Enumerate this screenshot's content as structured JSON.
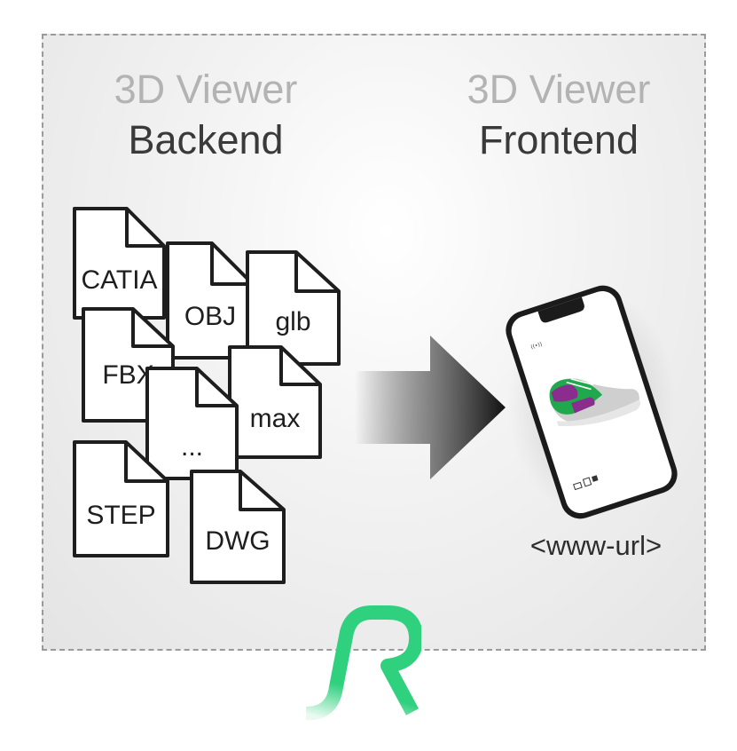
{
  "backend": {
    "subtitle": "3D Viewer",
    "title": "Backend"
  },
  "frontend": {
    "subtitle": "3D Viewer",
    "title": "Frontend"
  },
  "files": [
    "CATIA",
    "OBJ",
    "glb",
    "FBX",
    "max",
    "...",
    "STEP",
    "DWG"
  ],
  "url_label": "<www-url>",
  "colors": {
    "logo_green": "#2fd07e",
    "sneaker_upper": "#1fa94c",
    "sneaker_accent": "#8a2d8e",
    "sneaker_sole": "#c9c9c9"
  }
}
